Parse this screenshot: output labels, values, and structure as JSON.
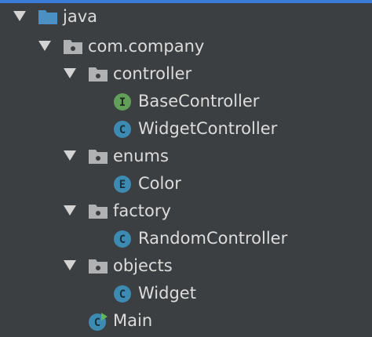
{
  "colors": {
    "background": "#3c3f41",
    "text": "#dcdcdc",
    "arrow": "#d3d3d3",
    "folder_gray": "#afb1b3",
    "folder_blue": "#4a90c2",
    "class_blue": "#3d8bb3",
    "interface_green": "#62a05a",
    "top_line": "#3b7ad6"
  },
  "tree": [
    {
      "label": "java",
      "icon": "folder-blue-icon",
      "expanded": true
    },
    {
      "label": "com.company",
      "icon": "package-folder-icon",
      "expanded": true
    },
    {
      "label": "controller",
      "icon": "package-folder-icon",
      "expanded": true
    },
    {
      "label": "BaseController",
      "icon": "interface-icon",
      "icon_letter": "I"
    },
    {
      "label": "WidgetController",
      "icon": "class-icon",
      "icon_letter": "C"
    },
    {
      "label": "enums",
      "icon": "package-folder-icon",
      "expanded": true
    },
    {
      "label": "Color",
      "icon": "enum-icon",
      "icon_letter": "E"
    },
    {
      "label": "factory",
      "icon": "package-folder-icon",
      "expanded": true
    },
    {
      "label": "RandomController",
      "icon": "class-icon",
      "icon_letter": "C"
    },
    {
      "label": "objects",
      "icon": "package-folder-icon",
      "expanded": true
    },
    {
      "label": "Widget",
      "icon": "class-icon",
      "icon_letter": "C"
    },
    {
      "label": "Main",
      "icon": "main-class-icon",
      "icon_letter": "C"
    }
  ]
}
